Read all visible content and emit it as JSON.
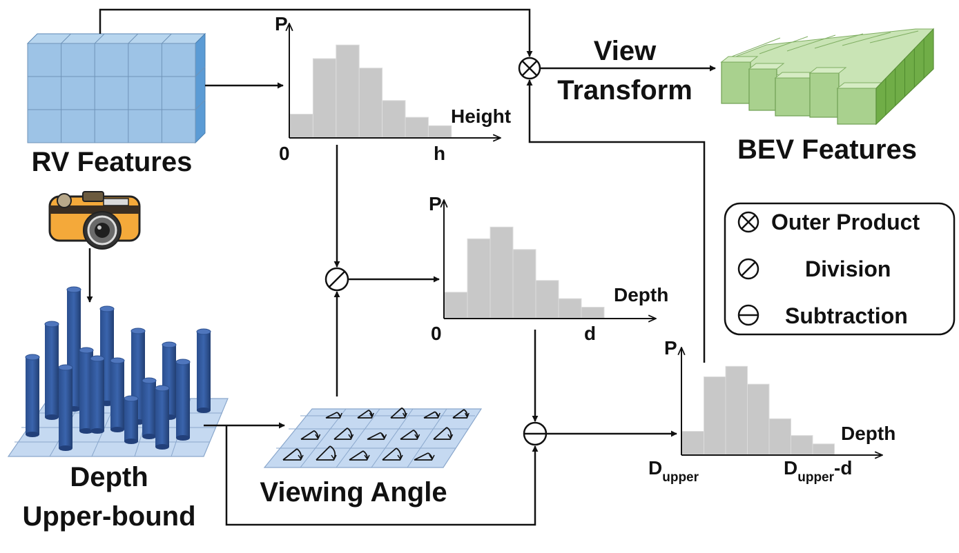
{
  "labels": {
    "rv_features": "RV Features",
    "bev_features": "BEV Features",
    "view_transform_line1": "View",
    "view_transform_line2": "Transform",
    "depth_upper_bound_line1": "Depth",
    "depth_upper_bound_line2": "Upper-bound",
    "viewing_angle": "Viewing Angle"
  },
  "legend": {
    "outer_product": "Outer Product",
    "division": "Division",
    "subtraction": "Subtraction"
  },
  "hist_height": {
    "y_label": "P",
    "x_label": "Height",
    "tick_start": "0",
    "tick_end": "h",
    "values": [
      0.22,
      0.75,
      0.88,
      0.66,
      0.35,
      0.19,
      0.11
    ]
  },
  "hist_depth": {
    "y_label": "P",
    "x_label": "Depth",
    "tick_start": "0",
    "tick_end": "d",
    "values": [
      0.24,
      0.74,
      0.85,
      0.64,
      0.35,
      0.18,
      0.1
    ]
  },
  "hist_residual": {
    "y_label": "P",
    "x_label": "Depth",
    "tick_start_main": "D",
    "tick_start_sub": "upper",
    "tick_end_main": "D",
    "tick_end_sub": "upper",
    "tick_end_suffix": "-d",
    "values": [
      0.22,
      0.74,
      0.84,
      0.67,
      0.34,
      0.18,
      0.1
    ]
  },
  "colors": {
    "rv_cube": "#9dc3e6",
    "bev_cube": "#a9d18e",
    "pillar": "#2f5597",
    "grid": "#c5d9f1",
    "histogram": "#c8c8c8",
    "camera_body": "#f4a93a"
  }
}
